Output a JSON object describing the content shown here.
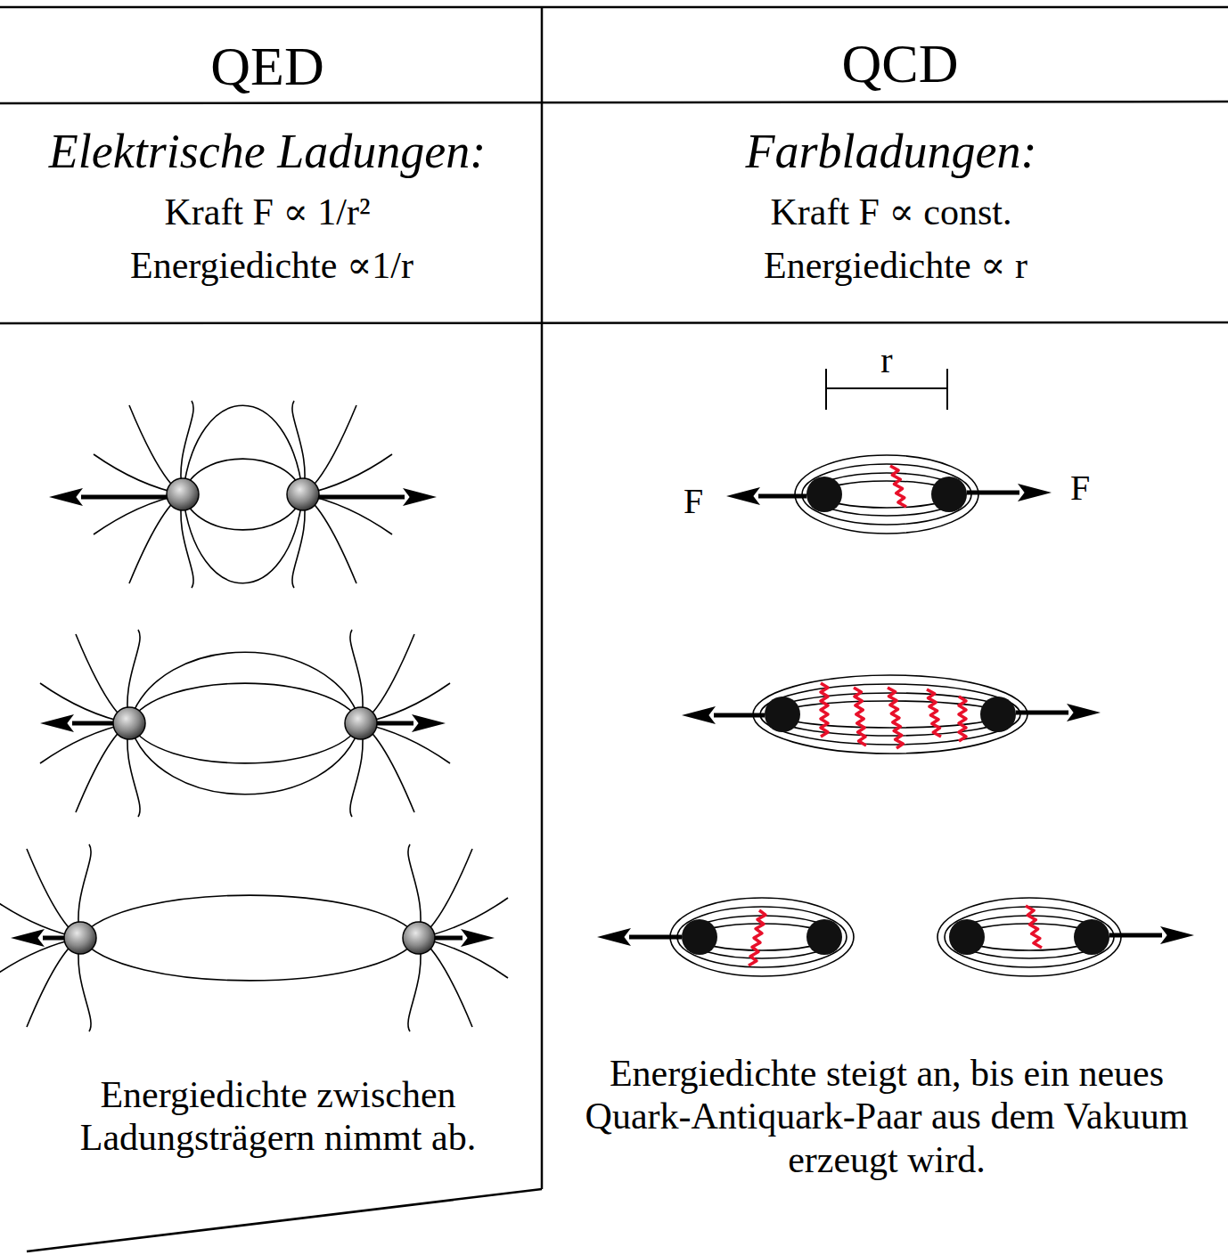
{
  "diagram": {
    "labels": [
      "QED",
      "QCD",
      "Elektrische Ladungen:",
      "Kraft F ∝ 1/r²",
      "Energiedichte ∝1/r",
      "Farbladungen:",
      "Kraft F ∝ const.",
      "Energiedichte ∝ r",
      "r",
      "F",
      "F",
      "Energiedichte zwischen Ladungsträgern nimmt ab.",
      "Energiedichte steigt an, bis ein neues Quark-Antiquark-Paar aus dem Vakuum erzeugt wird."
    ]
  }
}
